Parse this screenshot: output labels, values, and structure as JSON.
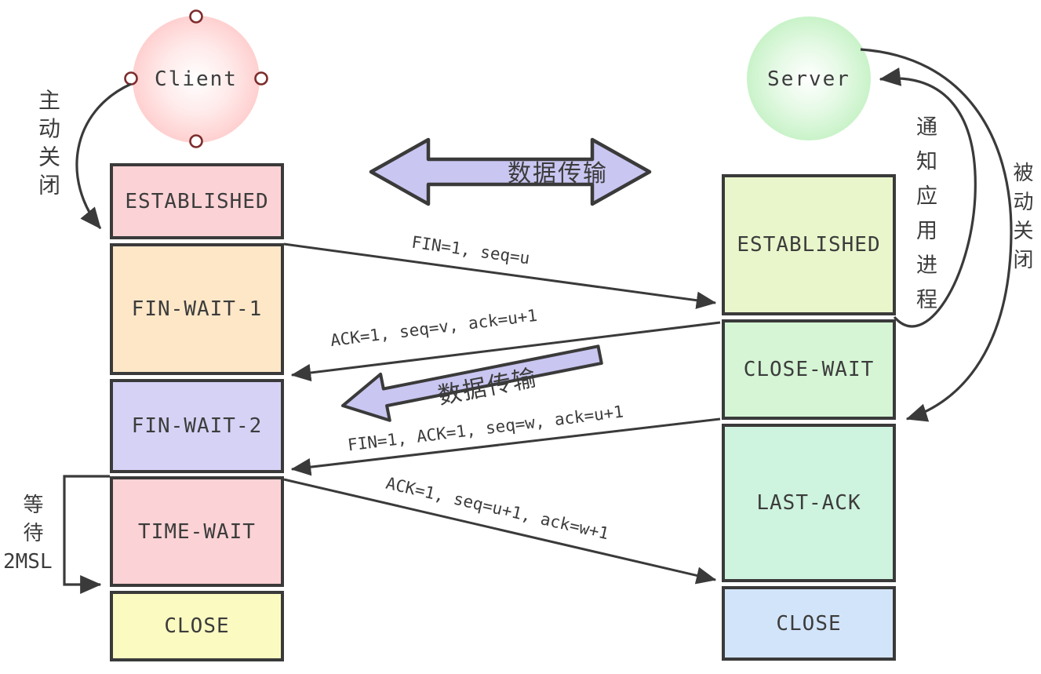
{
  "nodes": {
    "client": {
      "label": "Client",
      "fill": "#ffc2c2"
    },
    "server": {
      "label": "Server",
      "fill": "#baefba"
    }
  },
  "client_states": [
    {
      "label": "ESTABLISHED",
      "color": "#fbd2d5"
    },
    {
      "label": "FIN-WAIT-1",
      "color": "#fde7c7"
    },
    {
      "label": "FIN-WAIT-2",
      "color": "#d5d2f5"
    },
    {
      "label": "TIME-WAIT",
      "color": "#fbd2d5"
    },
    {
      "label": "CLOSE",
      "color": "#fbfac1"
    }
  ],
  "server_states": [
    {
      "label": "ESTABLISHED",
      "color": "#e9f6cb"
    },
    {
      "label": "CLOSE-WAIT",
      "color": "#d5f5d5"
    },
    {
      "label": "LAST-ACK",
      "color": "#cef3df"
    },
    {
      "label": "CLOSE",
      "color": "#d2e4f9"
    }
  ],
  "messages": [
    {
      "label": "FIN=1, seq=u",
      "direction": "client-to-server"
    },
    {
      "label": "ACK=1, seq=v, ack=u+1",
      "direction": "server-to-client"
    },
    {
      "label": "FIN=1, ACK=1, seq=w, ack=u+1",
      "direction": "server-to-client"
    },
    {
      "label": "ACK=1, seq=u+1, ack=w+1",
      "direction": "client-to-server"
    }
  ],
  "annotations": {
    "active_close": "主动关闭",
    "passive_close": "被动关闭",
    "notify_app": "通知应用进程",
    "wait": "等待",
    "wait_2msl": "2MSL",
    "data_transfer_top": "数据传输",
    "data_transfer_mid": "数据传输"
  },
  "colors": {
    "stroke": "#3a3a3a",
    "block_arrow_fill": "#c9c6f1",
    "handle_stroke": "#7d2b2b",
    "text": "#3c3c3c"
  }
}
